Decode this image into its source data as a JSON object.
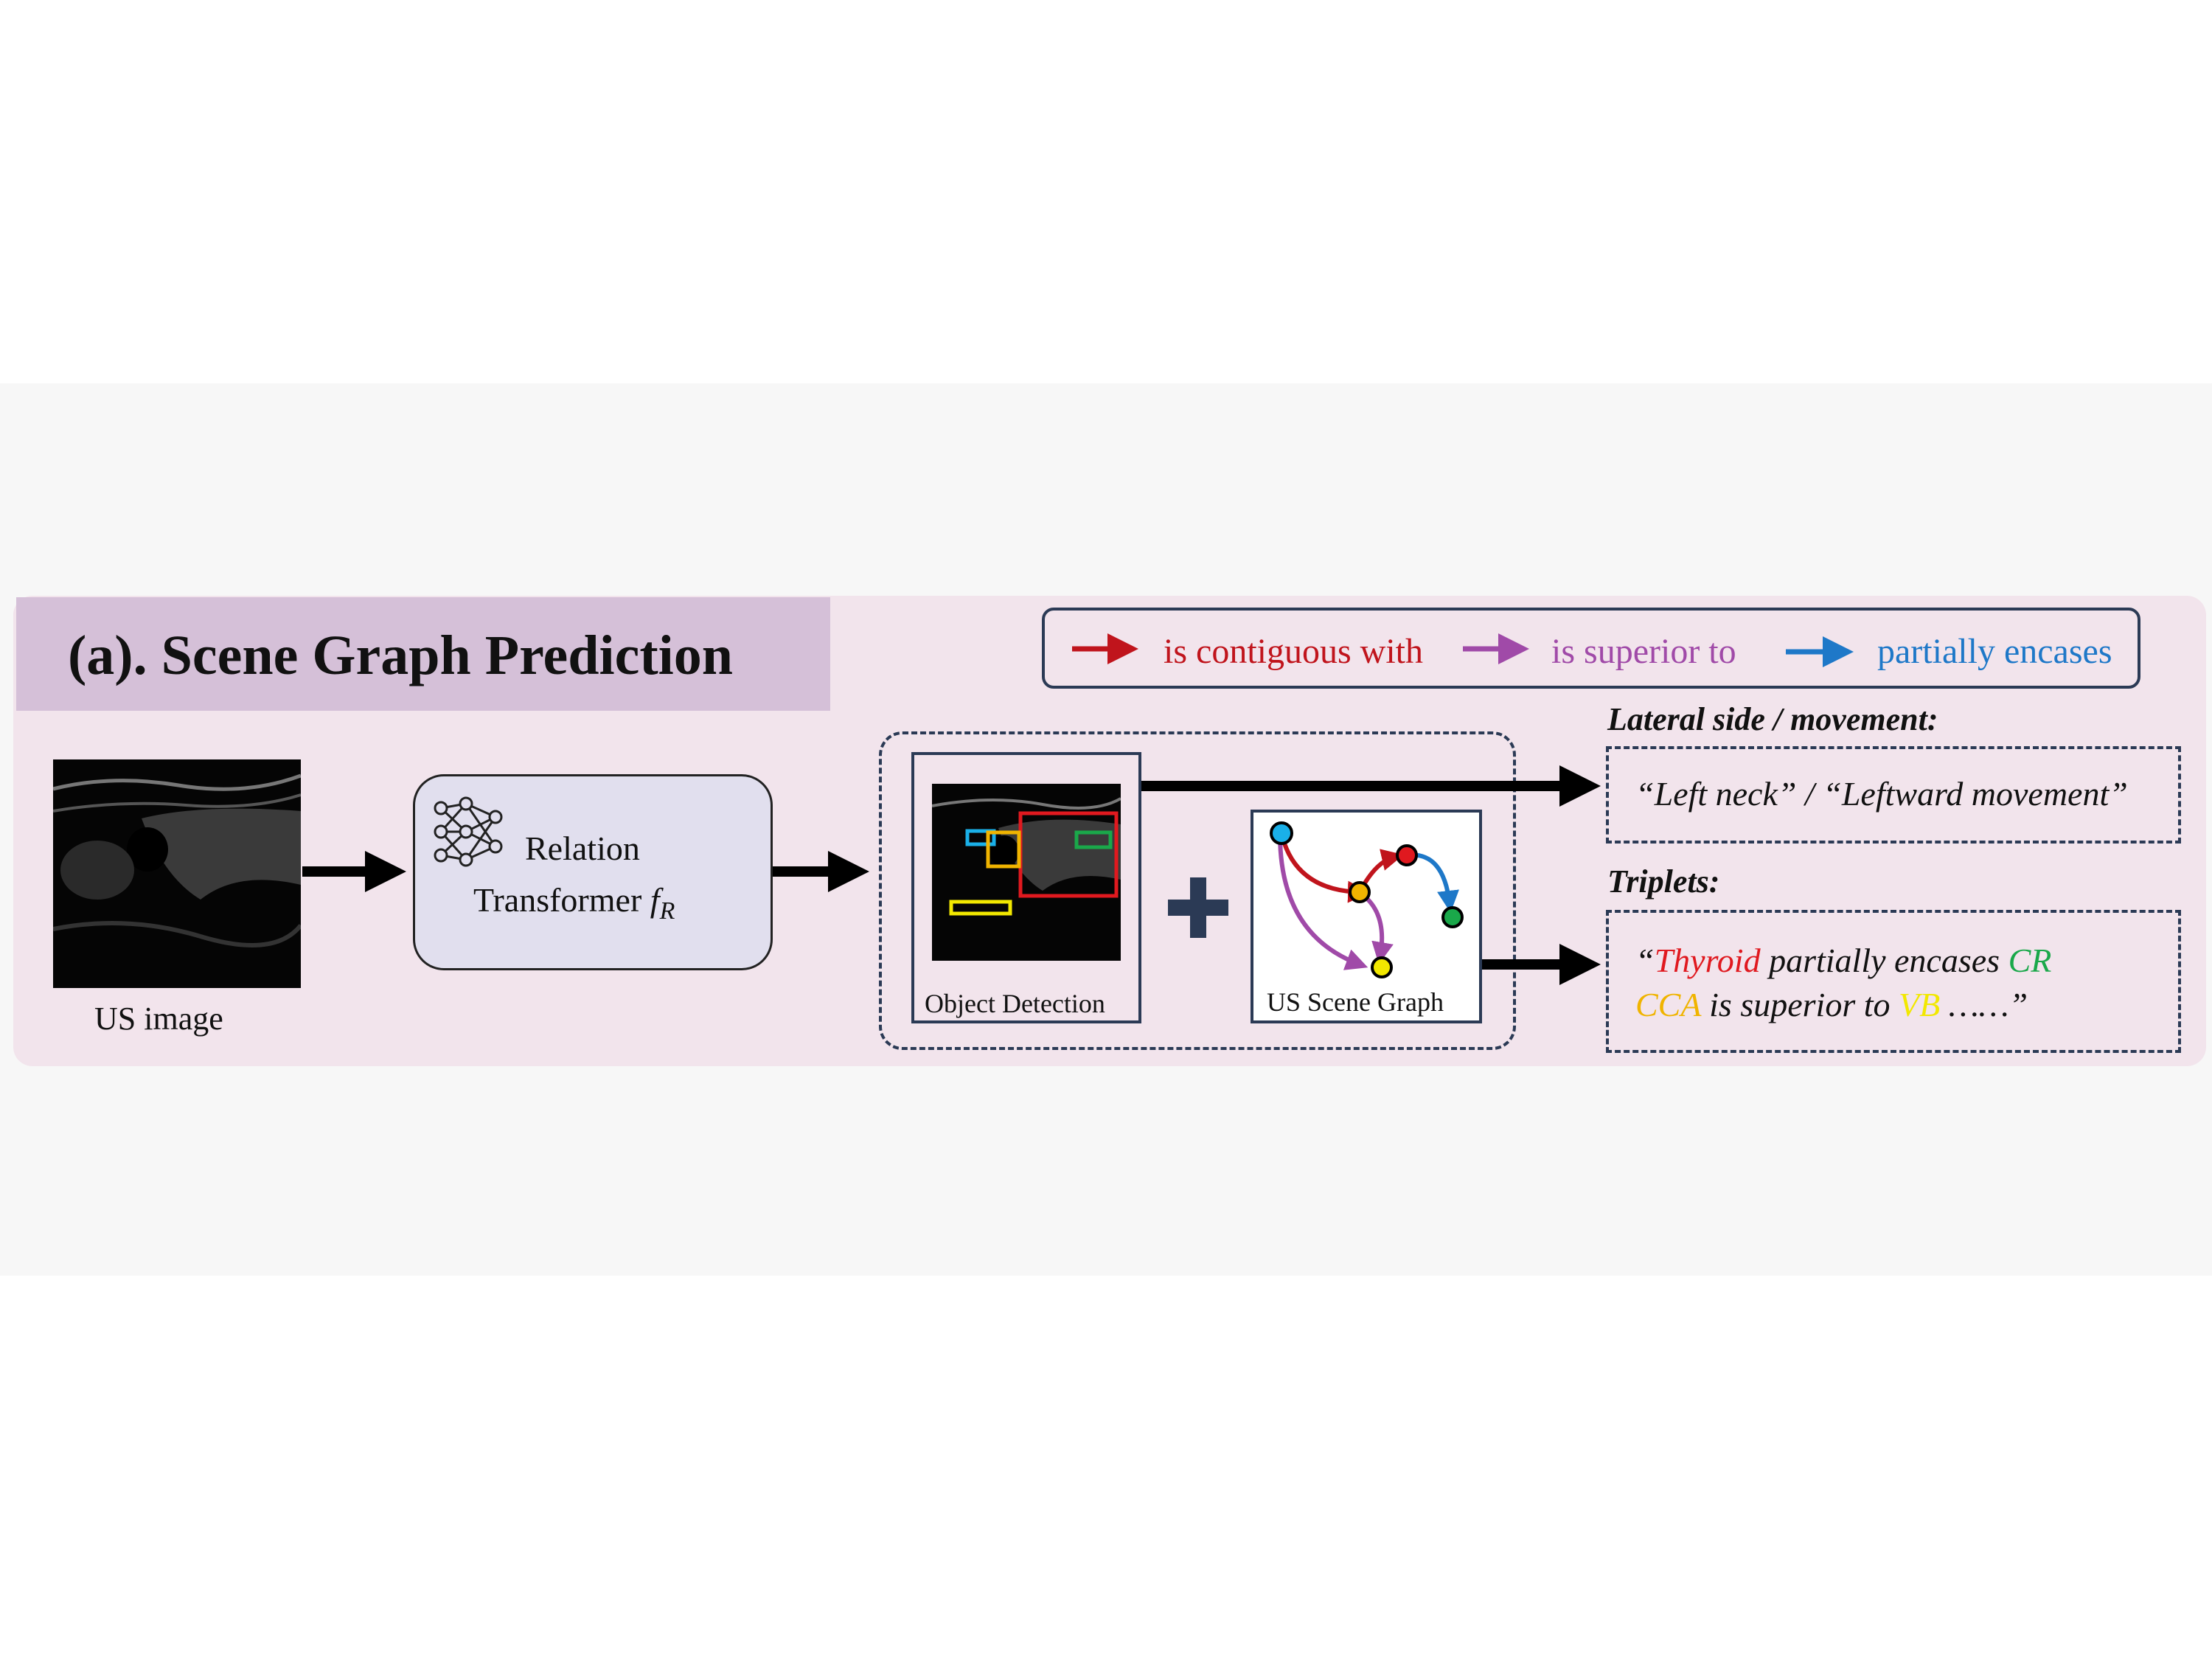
{
  "title": "(a). Scene Graph Prediction",
  "legend": [
    {
      "label": "is contiguous with",
      "color": "#c0141c"
    },
    {
      "label": "is superior to",
      "color": "#a04aa8"
    },
    {
      "label": "partially encases",
      "color": "#1e78c8"
    }
  ],
  "input": {
    "caption": "US image"
  },
  "relation_transformer": {
    "line1": "Relation",
    "line2": "Transformer",
    "symbol_main": "f",
    "symbol_sub": "R"
  },
  "object_detection": {
    "caption": "Object Detection"
  },
  "scene_graph": {
    "caption": "US Scene Graph"
  },
  "lateral": {
    "heading": "Lateral side / movement:",
    "text": "“Left neck” / “Leftward movement”"
  },
  "triplets": {
    "heading": "Triplets:",
    "open_quote": "“",
    "t1_subject": "Thyroid",
    "t1_relation": " partially encases ",
    "t1_object": "CR",
    "t2_subject": "CCA",
    "t2_relation": " is superior to ",
    "t2_object": "VB",
    "ellipsis": " ……”"
  },
  "colors": {
    "red": "#e0191f",
    "green": "#1aa84a",
    "amber": "#f0b400",
    "yellow": "#f2e800",
    "cyan": "#1ab0e8",
    "panel_bg": "#f2e4ec",
    "title_bg": "#d5c0d8",
    "outline": "#2b3a55"
  }
}
